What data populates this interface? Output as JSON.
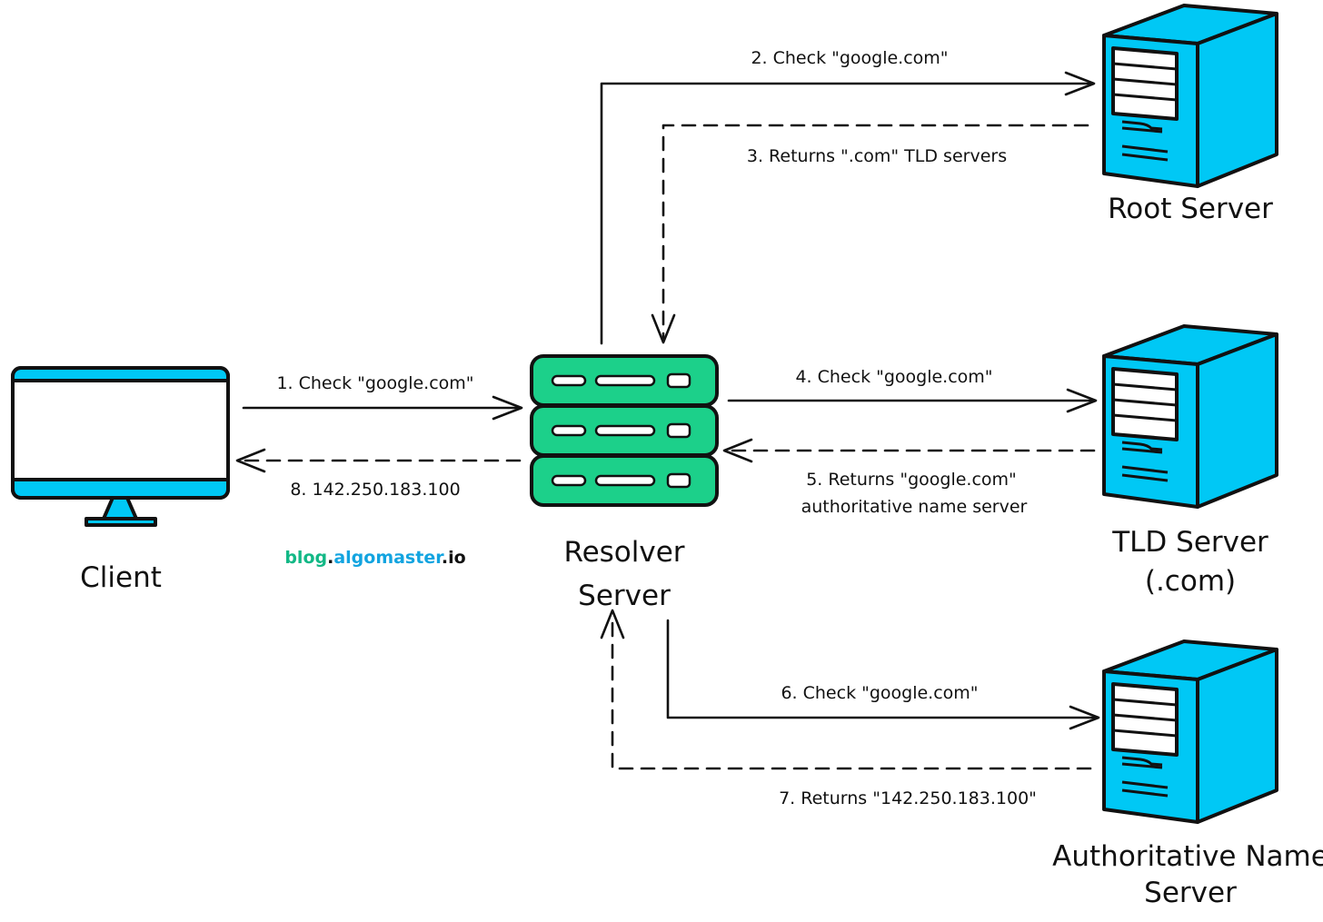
{
  "nodes": {
    "client": {
      "label": "Client"
    },
    "resolver": {
      "label_line1": "Resolver",
      "label_line2": "Server"
    },
    "root": {
      "label": "Root Server"
    },
    "tld": {
      "label_line1": "TLD Server",
      "label_line2": "(.com)"
    },
    "auth": {
      "label_line1": "Authoritative Name",
      "label_line2": "Server"
    }
  },
  "steps": {
    "s1": "1. Check \"google.com\"",
    "s2": "2. Check \"google.com\"",
    "s3": "3. Returns \".com\"  TLD servers",
    "s4": "4. Check \"google.com\"",
    "s5_line1": "5. Returns \"google.com\"",
    "s5_line2": "authoritative name server",
    "s6": "6. Check \"google.com\"",
    "s7": "7. Returns \"142.250.183.100\"",
    "s8": "8. 142.250.183.100"
  },
  "branding": {
    "part1": "blog",
    "dot1": ".",
    "part2": "algomaster",
    "part3": ".io"
  },
  "colors": {
    "monitor": "#00C8F5",
    "resolver": "#1CD08A",
    "server": "#00C8F5",
    "brand_green": "#12B886",
    "brand_blue": "#12A4E0",
    "ink": "#111111"
  }
}
